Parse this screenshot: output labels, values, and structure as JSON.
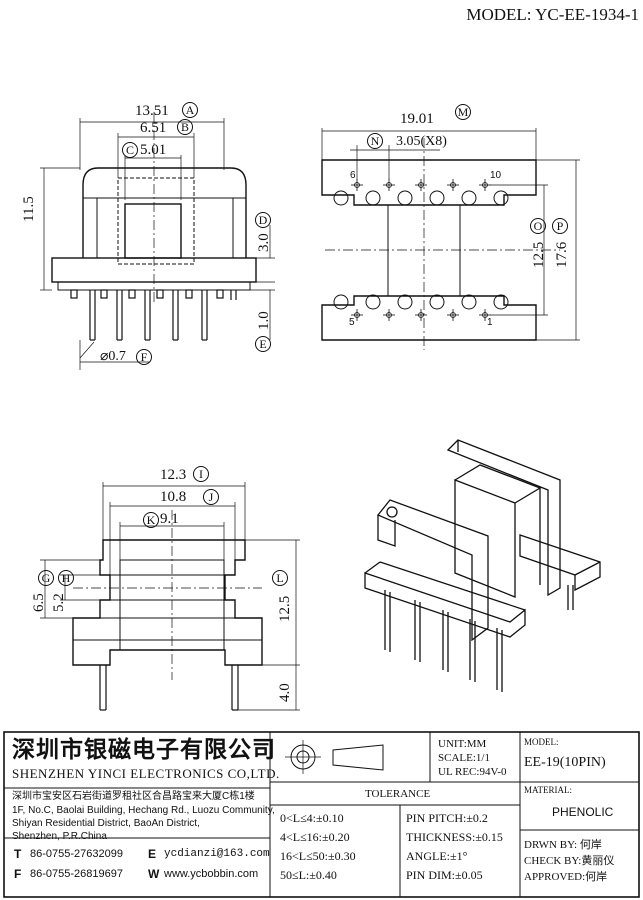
{
  "model_header": "MODEL: YC-EE-1934-1",
  "dims": {
    "A": {
      "value": "13.51",
      "letter": "A"
    },
    "B": {
      "value": "6.51",
      "letter": "B"
    },
    "C": {
      "value": "5.01",
      "letter": "C"
    },
    "D": {
      "value": "3.0",
      "letter": "D"
    },
    "E": {
      "value": "1.0",
      "letter": "E"
    },
    "F": {
      "value": "⌀0.7",
      "letter": "F"
    },
    "H115": {
      "value": "11.5"
    },
    "M": {
      "value": "19.01",
      "letter": "M"
    },
    "N": {
      "value": "3.05(X8)",
      "letter": "N"
    },
    "O": {
      "value": "12.5",
      "letter": "O"
    },
    "P": {
      "value": "17.6",
      "letter": "P"
    },
    "I": {
      "value": "12.3",
      "letter": "I"
    },
    "J": {
      "value": "10.8",
      "letter": "J"
    },
    "K": {
      "value": "9.1",
      "letter": "K"
    },
    "G": {
      "value": "6.5",
      "letter": "G"
    },
    "H": {
      "value": "5.2",
      "letter": "H"
    },
    "L": {
      "value": "12.5",
      "letter": "L"
    },
    "pinlen": {
      "value": "4.0"
    }
  },
  "pin_numbers": {
    "p6": "6",
    "p10": "10",
    "p5": "5",
    "p1": "1"
  },
  "title_block": {
    "company_cn": "深圳市银磁电子有限公司",
    "company_en": "SHENZHEN YINCI ELECTRONICS CO,LTD.",
    "address_cn": "深圳市宝安区石岩街道罗租社区合昌路宝来大厦C栋1楼",
    "address_en_1": "1F, No.C, Baolai Building, Hechang Rd., Luozu Community,",
    "address_en_2": "Shiyan Residential District, BaoAn District,",
    "address_en_3": "Shenzhen, P.R.China",
    "tel_label": "T",
    "tel": "86-0755-27632099",
    "fax_label": "F",
    "fax": "86-0755-26819697",
    "email_label": "E",
    "email": "ycdianzi@163.com",
    "web_label": "W",
    "web": "www.ycbobbin.com",
    "unit": "UNIT:MM",
    "scale": "SCALE:1/1",
    "ul_rec": "UL REC:94V-0",
    "model_label": "MODEL:",
    "model_value": "EE-19(10PIN)",
    "material_label": "MATERIAL:",
    "material_value": "PHENOLIC",
    "tolerance_title": "TOLERANCE",
    "tol": [
      "0<L≤4:±0.10",
      "4<L≤16:±0.20",
      "16<L≤50:±0.30",
      "50≤L:±0.40"
    ],
    "pin_pitch": "PIN PITCH:±0.2",
    "thickness": "THICKNESS:±0.15",
    "angle": "ANGLE:±1°",
    "pin_dim": "PIN DIM:±0.05",
    "drawn_by": "DRWN BY: 何岸",
    "check_by": "CHECK BY:黄丽仪",
    "approved": "APPROVED:何岸"
  }
}
